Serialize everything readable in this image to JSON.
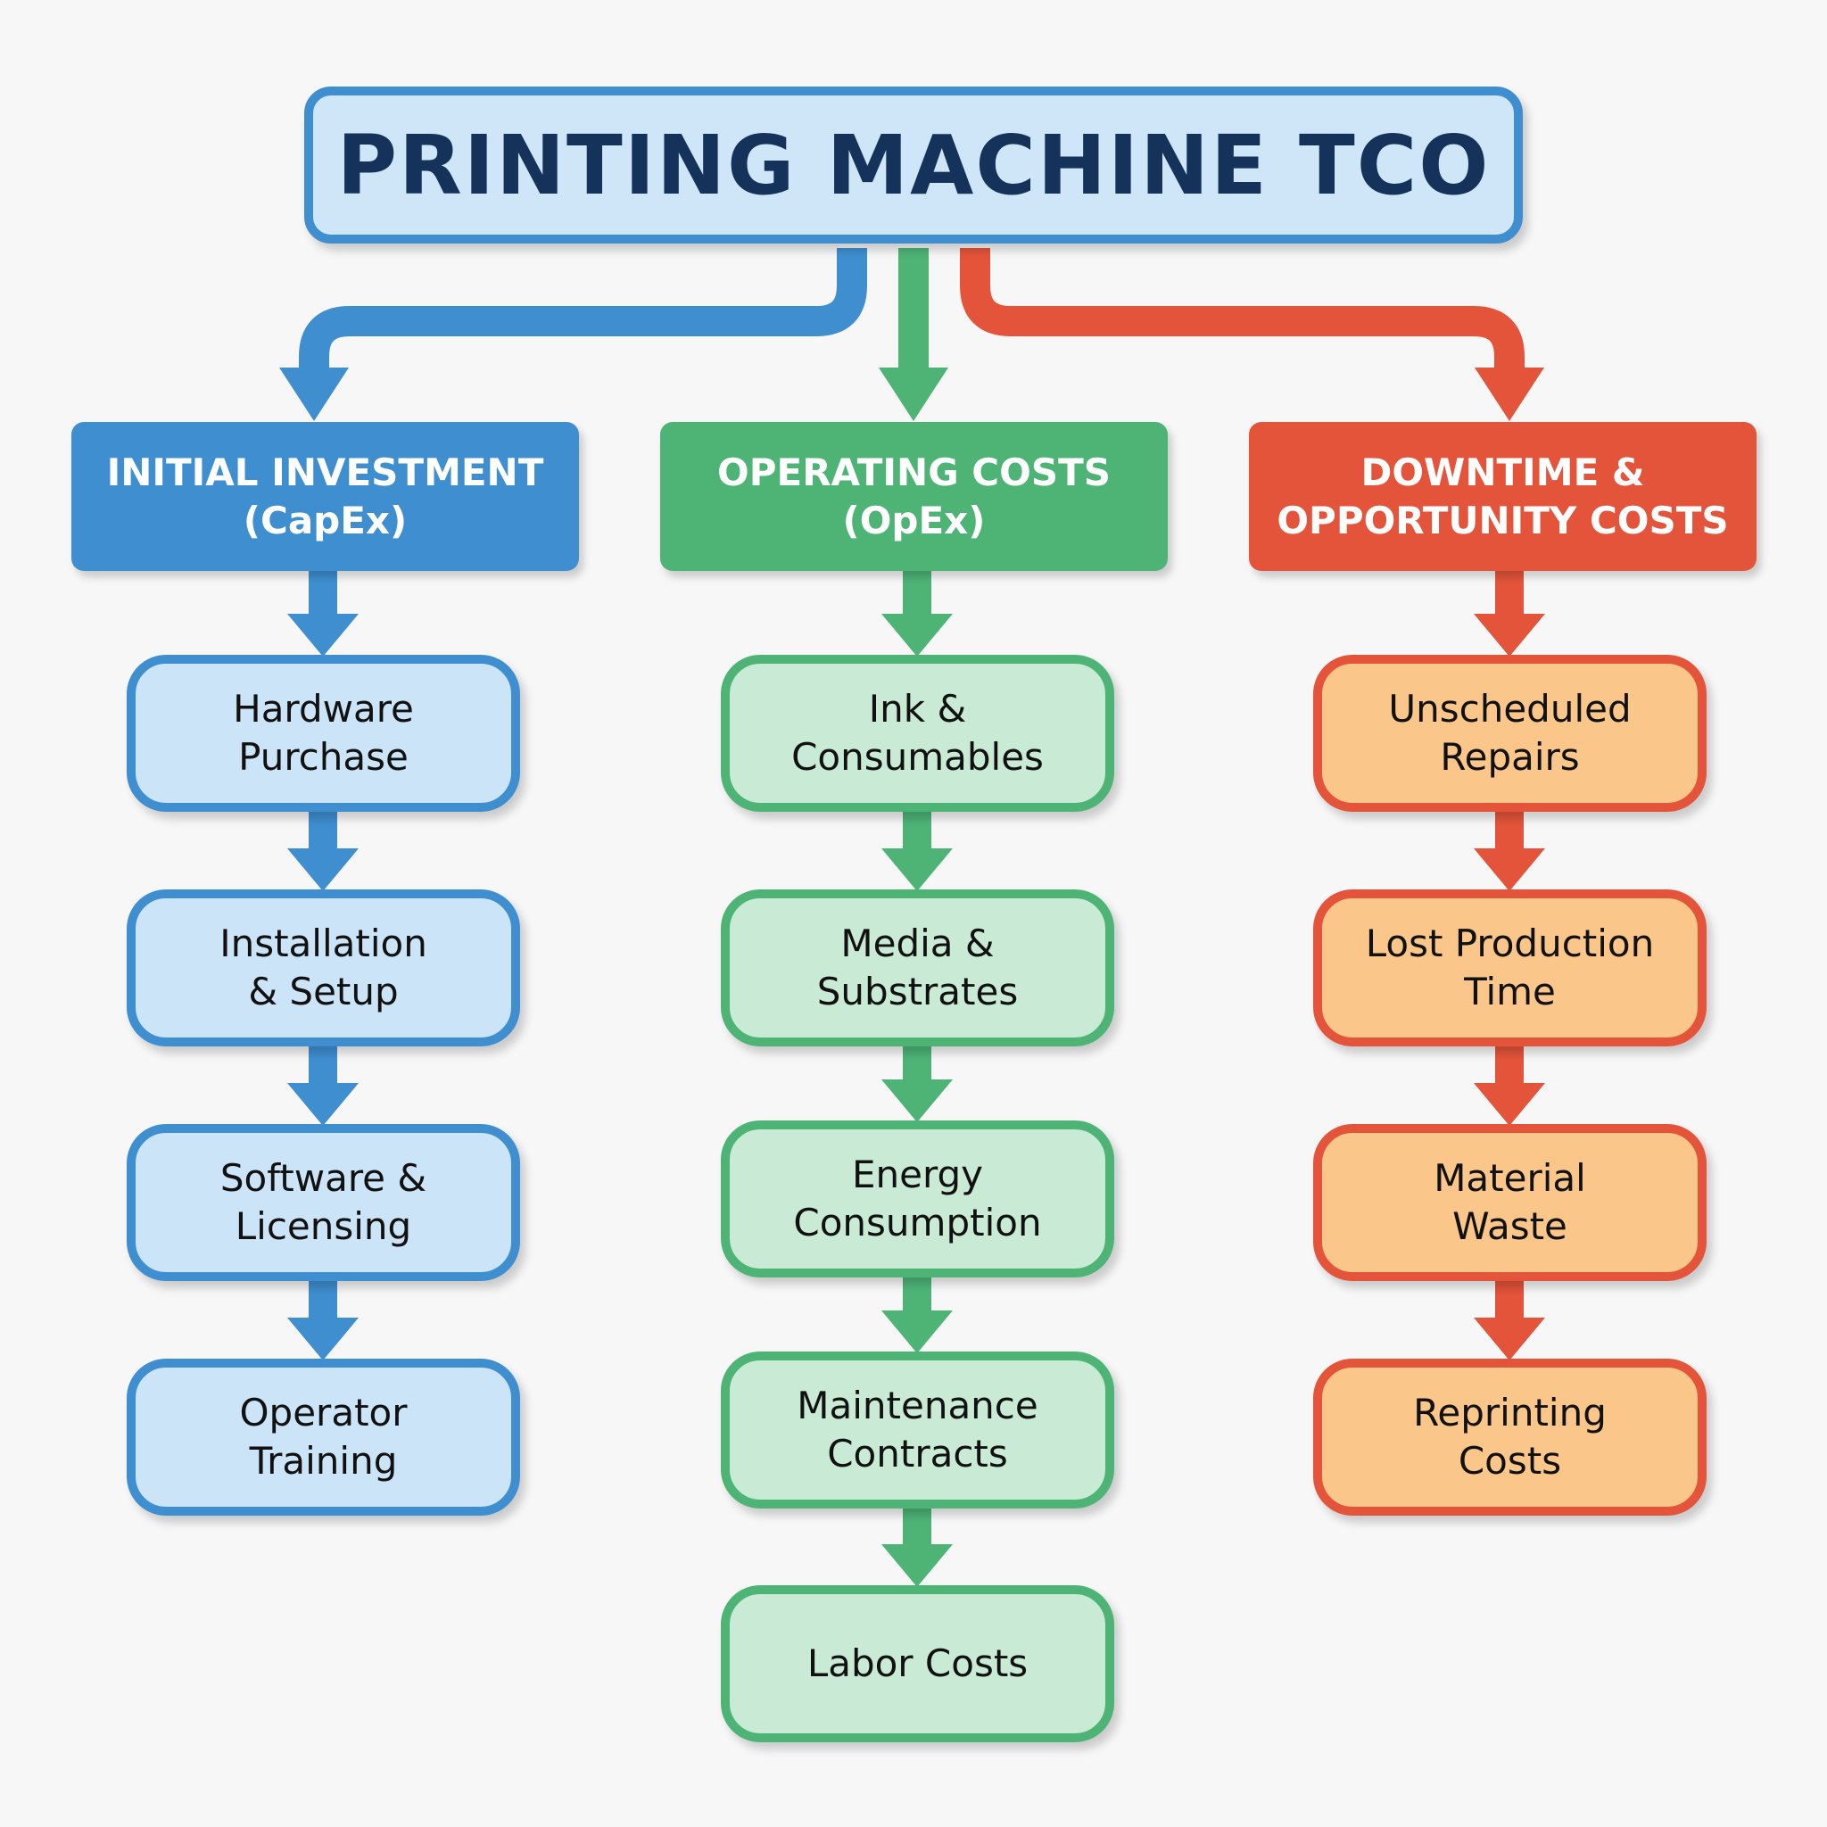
{
  "title": "PRINTING MACHINE TCO",
  "colors": {
    "blue": "#3f8fd0",
    "green": "#4db476",
    "red": "#e4543a",
    "title_text": "#14325a"
  },
  "columns": [
    {
      "header": [
        "INITIAL INVESTMENT",
        "(CapEx)"
      ],
      "items": [
        [
          "Hardware",
          "Purchase"
        ],
        [
          "Installation",
          "& Setup"
        ],
        [
          "Software &",
          "Licensing"
        ],
        [
          "Operator",
          "Training"
        ]
      ]
    },
    {
      "header": [
        "OPERATING COSTS",
        "(OpEx)"
      ],
      "items": [
        [
          "Ink &",
          "Consumables"
        ],
        [
          "Media &",
          "Substrates"
        ],
        [
          "Energy",
          "Consumption"
        ],
        [
          "Maintenance",
          "Contracts"
        ],
        [
          "Labor Costs"
        ]
      ]
    },
    {
      "header": [
        "DOWNTIME &",
        "OPPORTUNITY COSTS"
      ],
      "items": [
        [
          "Unscheduled",
          "Repairs"
        ],
        [
          "Lost Production",
          "Time"
        ],
        [
          "Material",
          "Waste"
        ],
        [
          "Reprinting",
          "Costs"
        ]
      ]
    }
  ]
}
